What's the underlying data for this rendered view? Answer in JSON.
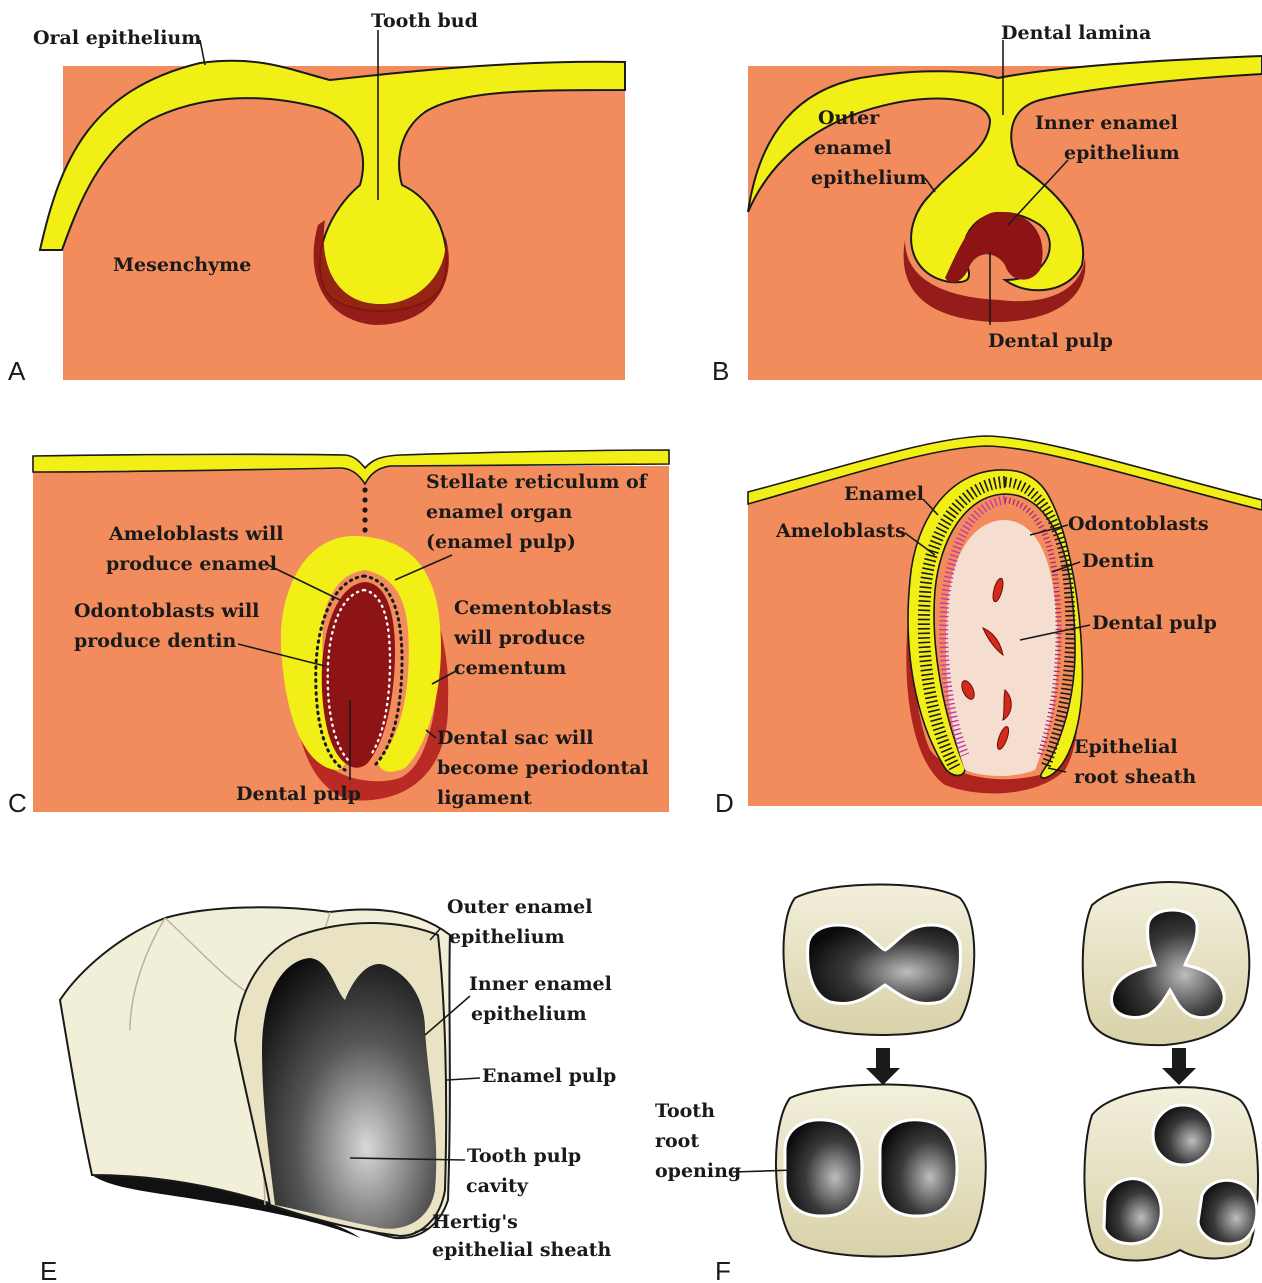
{
  "panels": {
    "A": {
      "letter": "A",
      "labels": {
        "oral_epithelium": "Oral epithelium",
        "tooth_bud": "Tooth bud",
        "mesenchyme": "Mesenchyme"
      }
    },
    "B": {
      "letter": "B",
      "labels": {
        "dental_lamina": "Dental lamina",
        "outer_enamel": [
          "Outer",
          "enamel",
          "epithelium"
        ],
        "inner_enamel": [
          "Inner enamel",
          "epithelium"
        ],
        "dental_pulp": "Dental pulp"
      }
    },
    "C": {
      "letter": "C",
      "labels": {
        "stellate": [
          "Stellate reticulum of",
          "enamel organ",
          "(enamel pulp)"
        ],
        "ameloblasts": [
          "Ameloblasts will",
          "produce enamel"
        ],
        "odontoblasts": [
          "Odontoblasts will",
          "produce dentin"
        ],
        "cementoblasts": [
          "Cementoblasts",
          "will produce",
          "cementum"
        ],
        "dental_sac": [
          "Dental sac will",
          "become periodontal",
          "ligament"
        ],
        "dental_pulp": "Dental pulp"
      }
    },
    "D": {
      "letter": "D",
      "labels": {
        "enamel": "Enamel",
        "ameloblasts": "Ameloblasts",
        "odontoblasts": "Odontoblasts",
        "dentin": "Dentin",
        "dental_pulp": "Dental pulp",
        "root_sheath": [
          "Epithelial",
          "root sheath"
        ]
      }
    },
    "E": {
      "letter": "E",
      "labels": {
        "outer_enamel": [
          "Outer enamel",
          "epithelium"
        ],
        "inner_enamel": [
          "Inner enamel",
          "epithelium"
        ],
        "enamel_pulp": "Enamel pulp",
        "pulp_cavity": [
          "Tooth pulp",
          "cavity"
        ],
        "hertig": [
          "Hertig's",
          "epithelial sheath"
        ]
      }
    },
    "F": {
      "letter": "F",
      "labels": {
        "root_opening": [
          "Tooth",
          "root",
          "opening"
        ]
      }
    }
  },
  "colors": {
    "mesenchyme": "#f28c5c",
    "epithelium": "#f2ef17",
    "papilla": "#8c1414",
    "outline": "#1a1a1a",
    "tooth_ivory": "#ede8c8",
    "cavity_dark": "#222222"
  }
}
